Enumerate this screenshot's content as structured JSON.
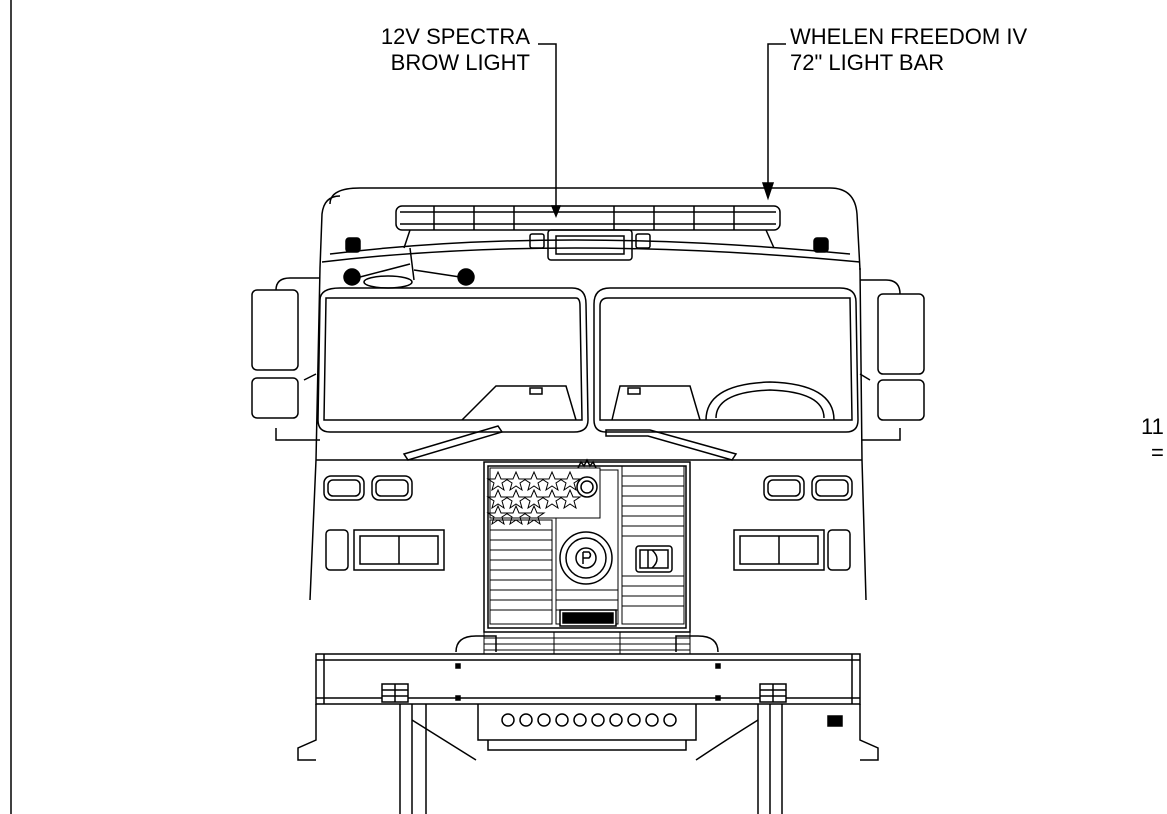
{
  "callouts": {
    "brow_light": {
      "line1": "12V SPECTRA",
      "line2": "BROW LIGHT"
    },
    "light_bar": {
      "line1": "WHELEN FREEDOM IV",
      "line2": "72\" LIGHT BAR"
    }
  },
  "edge_text": {
    "line1": "11",
    "line2": "="
  },
  "colors": {
    "line": "#000000",
    "background": "#ffffff"
  }
}
